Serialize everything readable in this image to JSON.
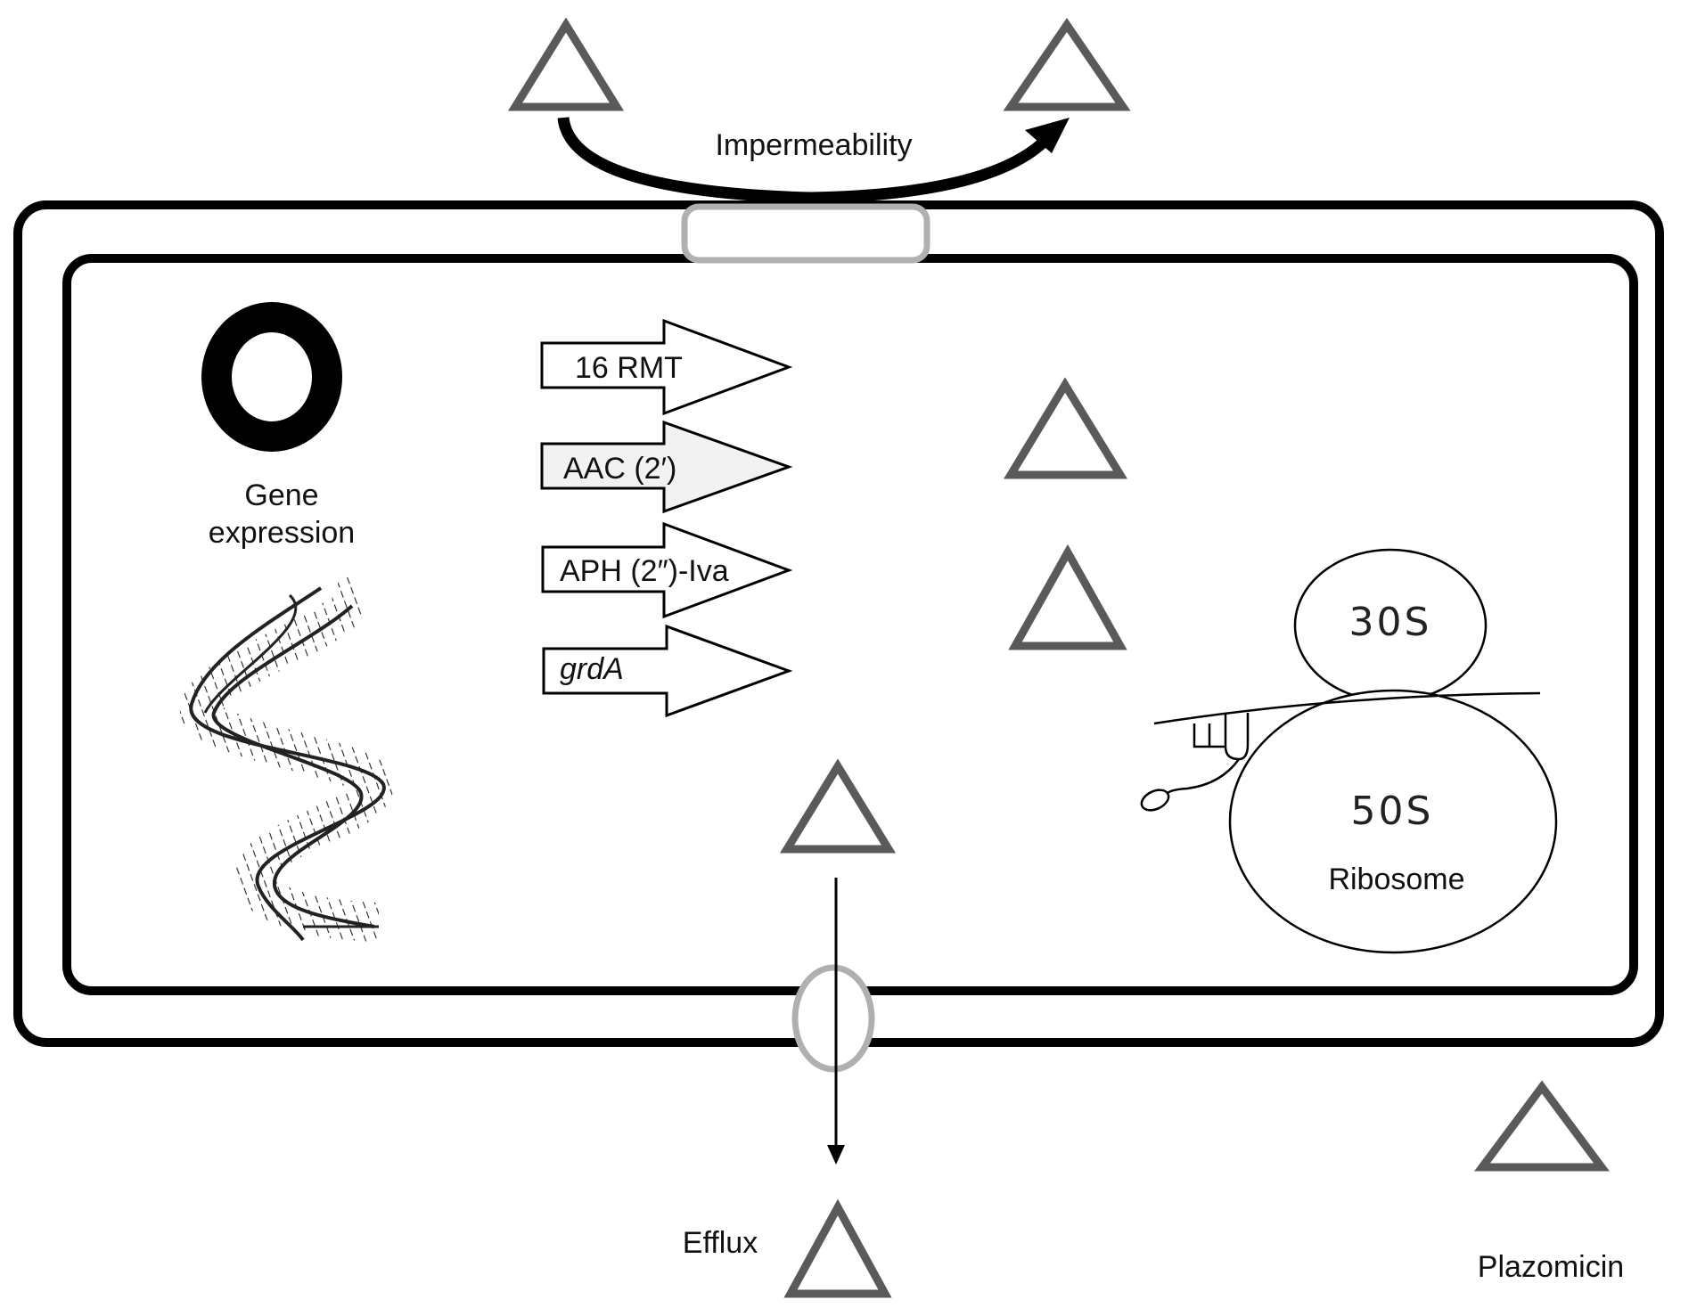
{
  "labels": {
    "impermeability": "Impermeability",
    "gene_expression_line1": "Gene",
    "gene_expression_line2": "expression",
    "efflux": "Efflux",
    "plazomicin": "Plazomicin",
    "ribosome": "Ribosome",
    "subunit_small": "30S",
    "subunit_large": "50S"
  },
  "genes": [
    {
      "label": "16 RMT",
      "italic": false
    },
    {
      "label": "AAC (2′)",
      "italic": false
    },
    {
      "label": "APH (2″)-Iva",
      "italic": false
    },
    {
      "label": "grdA",
      "italic": true
    }
  ],
  "colors": {
    "triangle": "#5a5a5a",
    "membrane": "#000000",
    "porin": "#b0b0b0",
    "arrow": "#000000"
  }
}
